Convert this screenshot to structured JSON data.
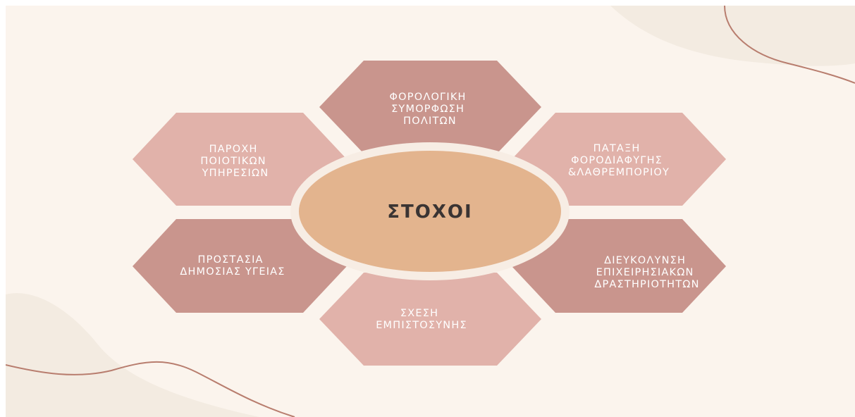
{
  "diagram": {
    "center": {
      "label": "ΣΤΟΧΟΙ"
    },
    "goals": [
      {
        "id": "top",
        "lines": [
          "ΦΟΡΟΛΟΓΙΚΗ",
          "ΣΥΜΟΡΦΩΣΗ",
          "ΠΟΛΙΤΩΝ"
        ]
      },
      {
        "id": "upper-right",
        "lines": [
          "ΠΑΤΑΞΗ",
          "ΦΟΡΟΔΙΑΦΥΓΗΣ",
          "&ΛΑΘΡΕΜΠΟΡΙΟΥ"
        ]
      },
      {
        "id": "lower-right",
        "lines": [
          "ΔΙΕΥΚΟΛΥΝΣΗ",
          "ΕΠΙΧΕΙΡΗΣΙΑΚΩΝ",
          "ΔΡΑΣΤΗΡΙΟΤΗΤΩΝ"
        ]
      },
      {
        "id": "bottom",
        "lines": [
          "ΣΧΕΣΗ",
          "ΕΜΠΙΣΤΟΣΥΝΗΣ"
        ]
      },
      {
        "id": "lower-left",
        "lines": [
          "ΠΡΟΣΤΑΣΙΑ",
          "ΔΗΜΟΣΙΑΣ ΥΓΕΙΑΣ"
        ]
      },
      {
        "id": "upper-left",
        "lines": [
          "ΠΑΡΟΧΗ",
          "ΠΟΙΟΤΙΚΩΝ",
          "ΥΠΗΡΕΣΙΩΝ"
        ]
      }
    ]
  },
  "colors": {
    "background": "#fbf4ed",
    "blob": "#f3ebe1",
    "curve": "#b87d6e",
    "hex_dark": "#c9958d",
    "hex_light": "#e1b2aa",
    "ring": "#f7ede4",
    "center_fill": "#e3b48e"
  }
}
